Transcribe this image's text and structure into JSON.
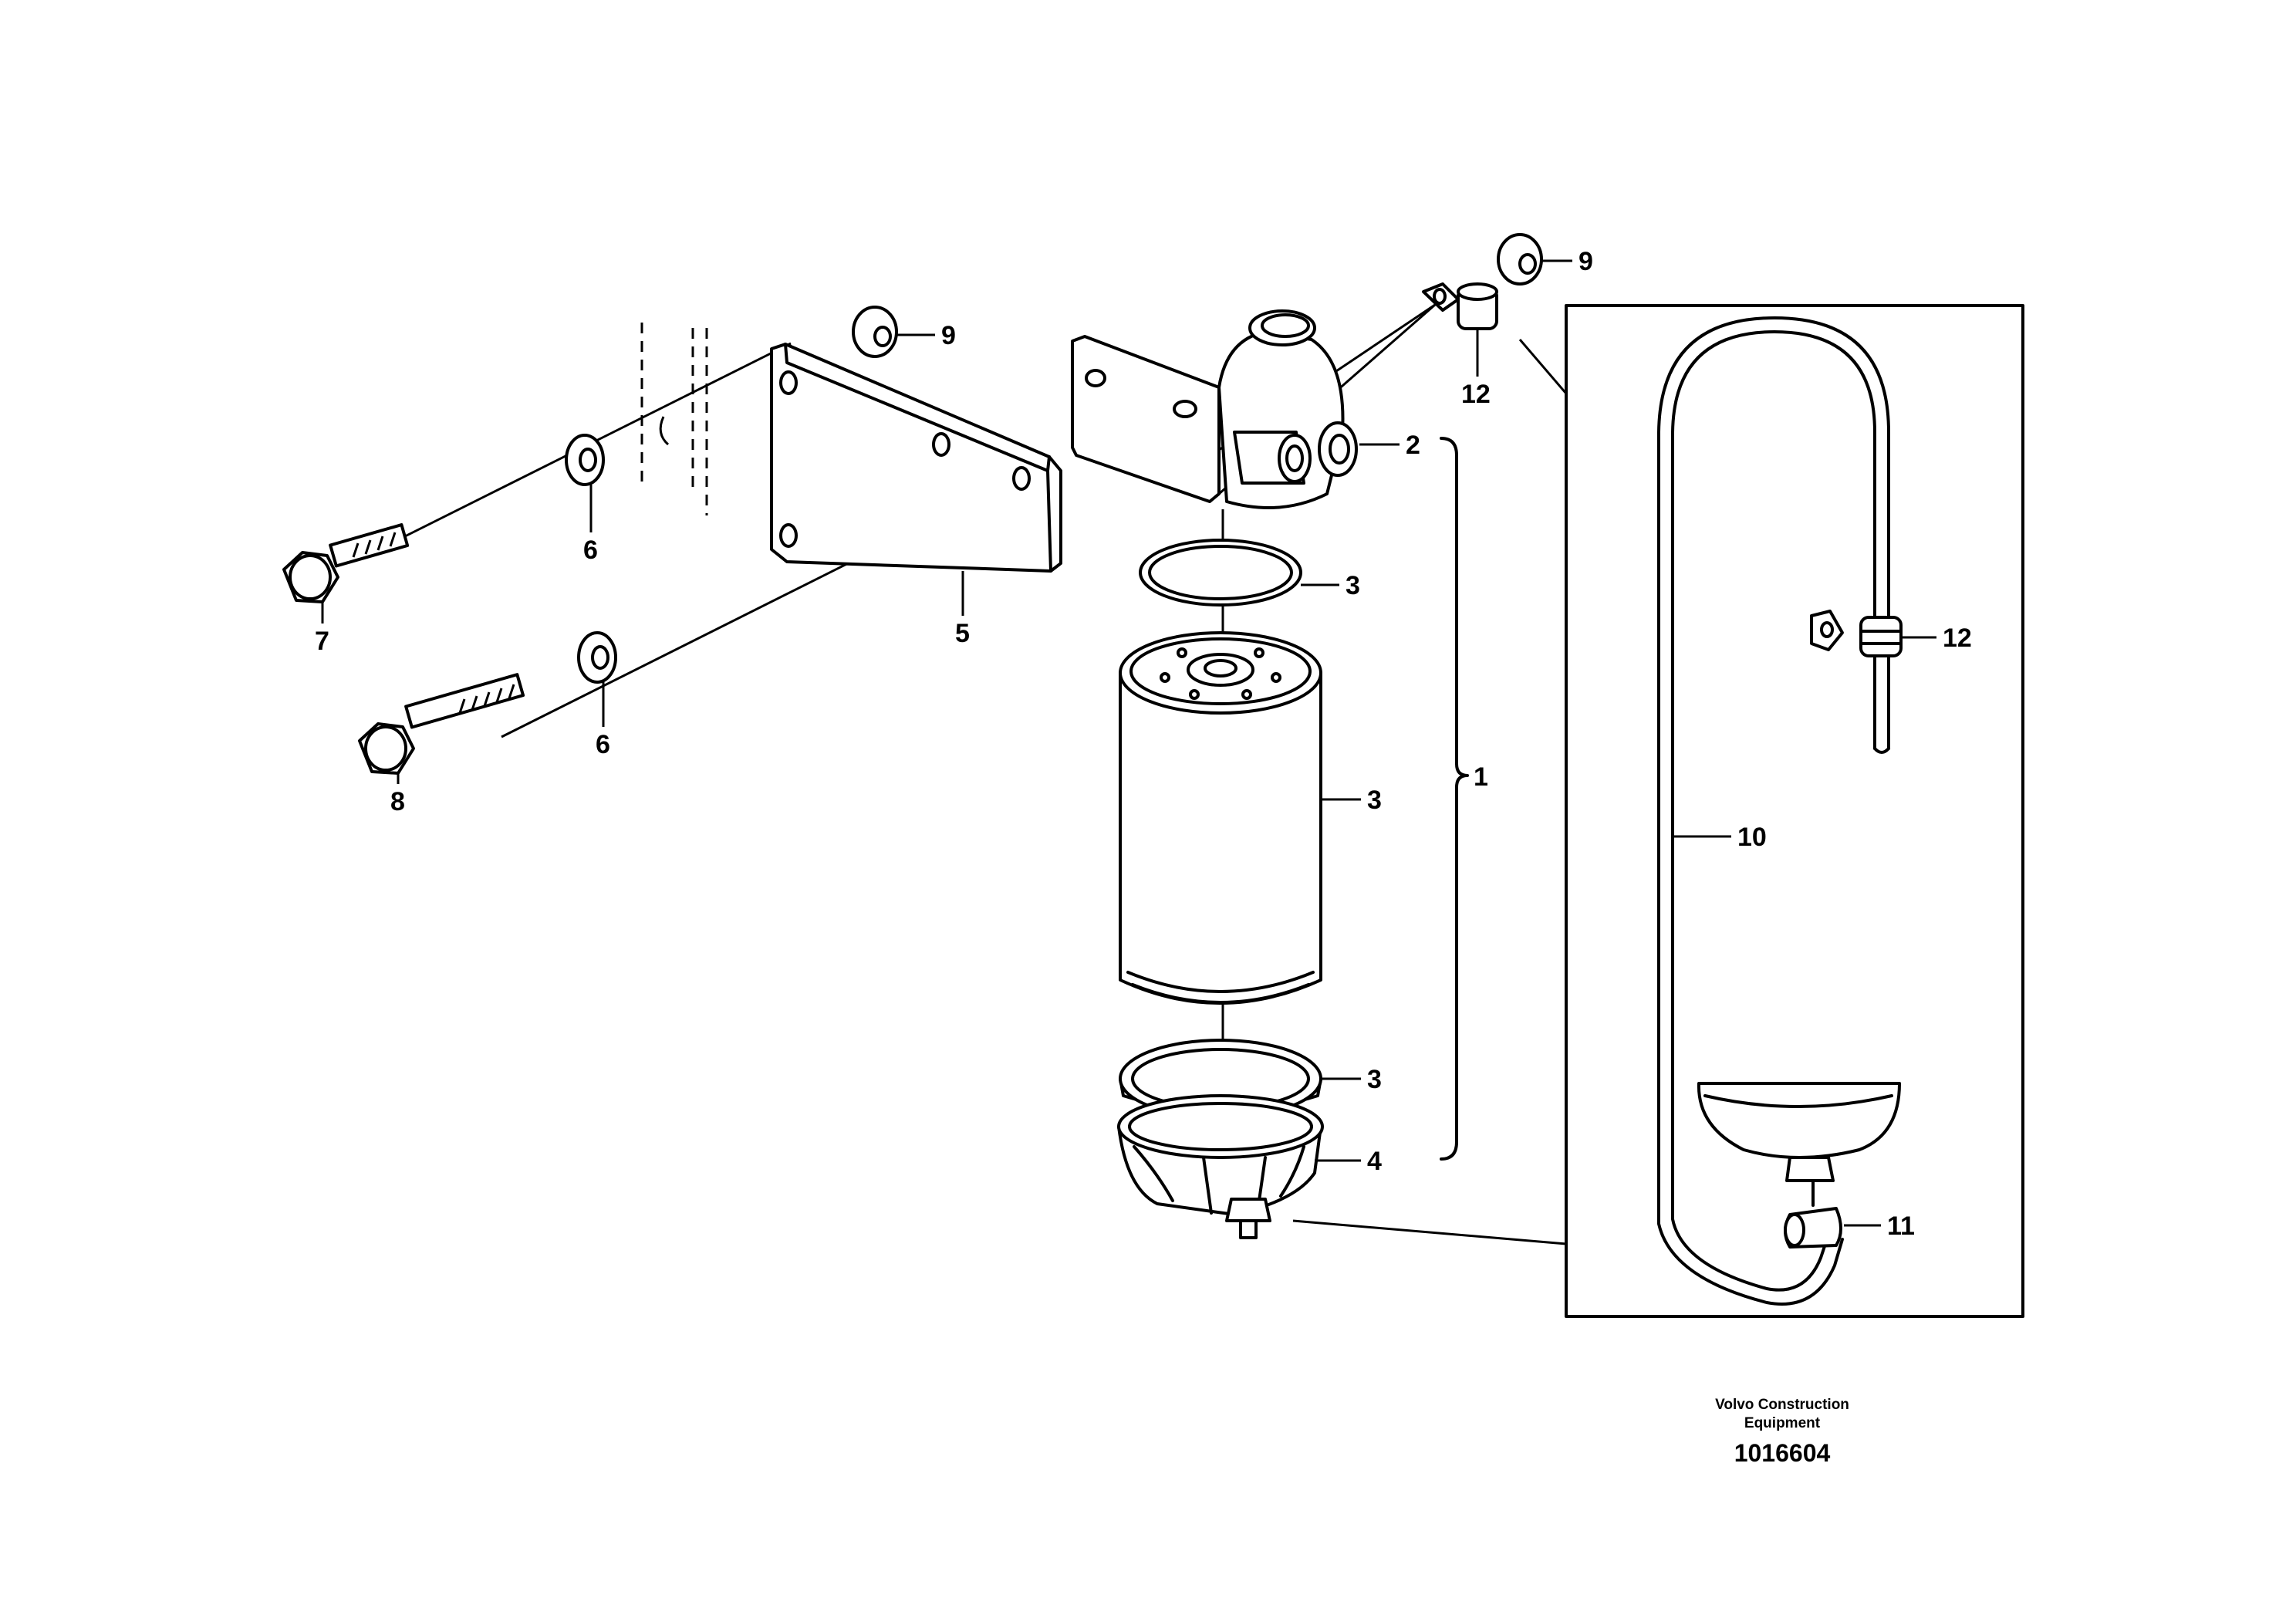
{
  "callouts": {
    "c1": "1",
    "c2": "2",
    "c3a": "3",
    "c3b": "3",
    "c3c": "3",
    "c4": "4",
    "c5": "5",
    "c6a": "6",
    "c6b": "6",
    "c7": "7",
    "c8": "8",
    "c9a": "9",
    "c9b": "9",
    "c10": "10",
    "c11": "11",
    "c12a": "12",
    "c12b": "12"
  },
  "footer": {
    "company_line1": "Volvo Construction",
    "company_line2": "Equipment",
    "drawing_number": "1016604"
  }
}
